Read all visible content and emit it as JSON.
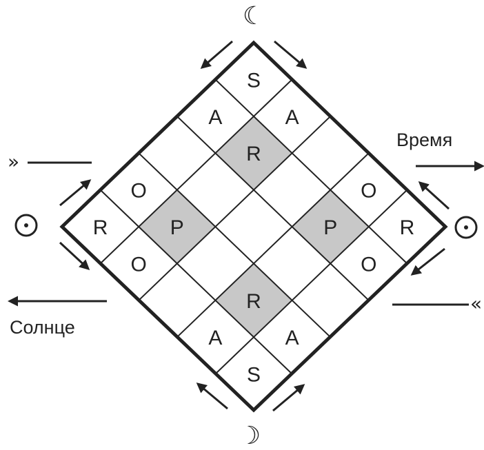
{
  "grid": {
    "size": 5,
    "rows": [
      [
        "S",
        "A",
        "",
        "O",
        "R"
      ],
      [
        "A",
        "R",
        "",
        "P",
        "O"
      ],
      [
        "",
        "",
        "",
        "",
        ""
      ],
      [
        "O",
        "P",
        "",
        "R",
        "A"
      ],
      [
        "R",
        "O",
        "",
        "A",
        "S"
      ]
    ],
    "shaded_cells": [
      [
        1,
        1
      ],
      [
        1,
        3
      ],
      [
        3,
        1
      ],
      [
        3,
        3
      ]
    ],
    "colors": {
      "shade": "#c8c8c8",
      "ink": "#222222",
      "background": "#ffffff"
    }
  },
  "labels": {
    "time": "Время",
    "sun": "Солнце"
  },
  "symbols": {
    "top_moon": "☾",
    "bottom_moon": "☽",
    "left_sun": "☉",
    "right_sun": "☉",
    "left_chevron": "»",
    "right_chevron": "«"
  }
}
